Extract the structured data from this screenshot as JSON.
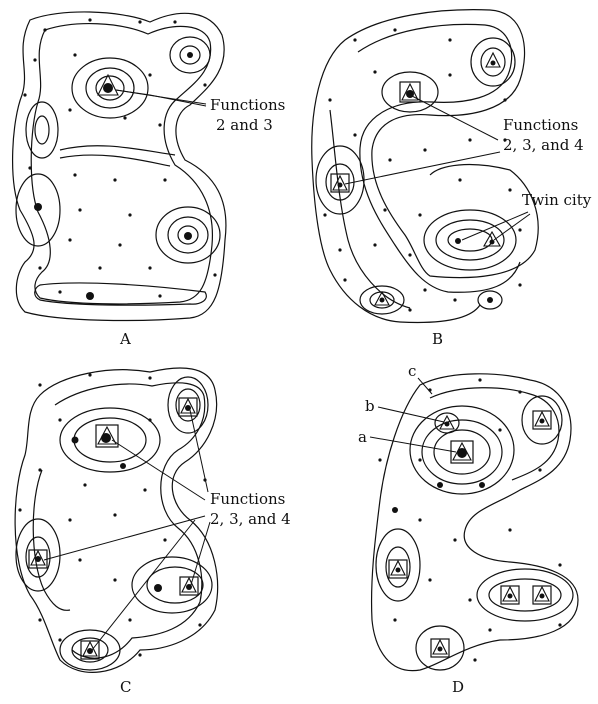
{
  "panels": {
    "A": {
      "label": "A",
      "note_lines": [
        "Functions",
        "2 and 3"
      ]
    },
    "B": {
      "label": "B",
      "note_lines": [
        "Functions",
        "2, 3, and 4"
      ],
      "twin_city": "Twin city"
    },
    "C": {
      "label": "C",
      "note_lines": [
        "Functions",
        "2, 3, and 4"
      ]
    },
    "D": {
      "label": "D",
      "marker_a": "a",
      "marker_b": "b",
      "marker_c": "c"
    }
  }
}
